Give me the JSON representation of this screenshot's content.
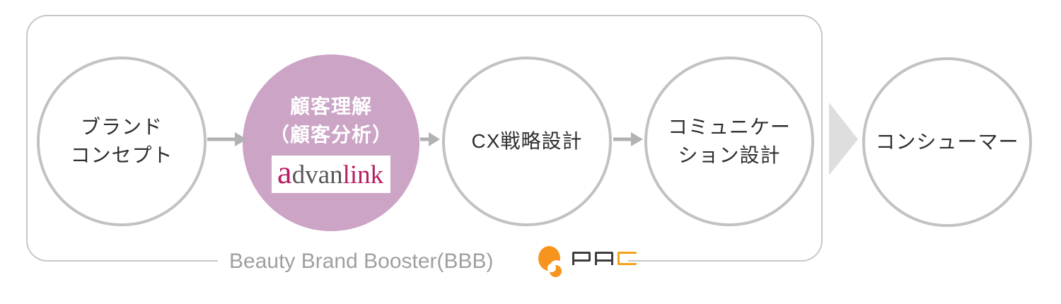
{
  "diagram": {
    "frame_label": "Beauty Brand Booster(BBB)",
    "steps": [
      {
        "id": "brand-concept",
        "line1": "ブランド",
        "line2": "コンセプト"
      },
      {
        "id": "customer-understanding",
        "line1": "顧客理解",
        "line2": "（顧客分析）",
        "vendor_logo": {
          "seg1": "a",
          "seg2": "dvan",
          "seg3": "link"
        }
      },
      {
        "id": "cx-strategy",
        "line1": "CX戦略設計"
      },
      {
        "id": "communication-design",
        "line1": "コミュニケー",
        "line2": "ション設計"
      },
      {
        "id": "consumer",
        "line1": "コンシューマー"
      }
    ],
    "pac_logo_text": "PAC",
    "colors": {
      "highlight_circle": "#cba4c6",
      "circle_border": "#c2c2c2",
      "frame_border": "#c7c7c7",
      "arrow": "#b2b2b2",
      "output_triangle": "#dedede",
      "advanlink_accent": "#b81e63",
      "advanlink_gray": "#58585a",
      "pac_orange": "#f7941e",
      "pac_dark": "#3d3d3d",
      "frame_label_text": "#9f9f9f"
    }
  }
}
